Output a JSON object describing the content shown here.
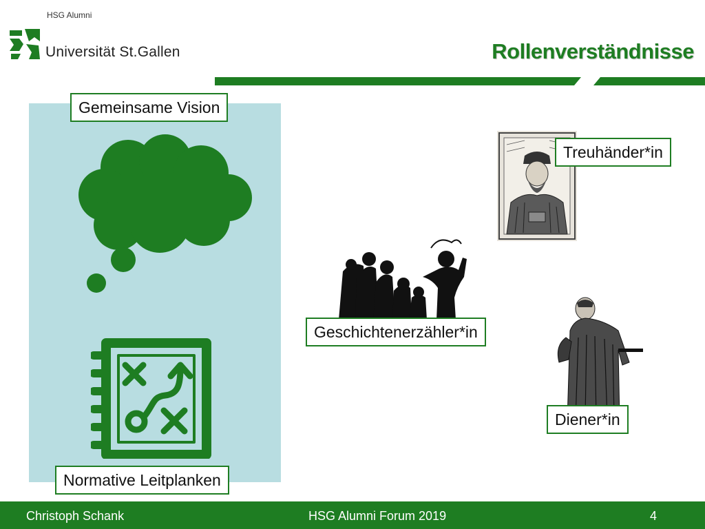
{
  "header": {
    "alumni_label": "HSG Alumni",
    "university_name": "Universität St.Gallen",
    "title": "Rollenverständnisse"
  },
  "labels": {
    "vision": "Gemeinsame Vision",
    "guardrails": "Normative Leitplanken",
    "trustee": "Treuhänder*in",
    "storyteller": "Geschichtenerzähler*in",
    "servant": "Diener*in"
  },
  "footer": {
    "author": "Christoph Schank",
    "event": "HSG Alumni Forum 2019",
    "page_number": "4"
  },
  "icons": [
    "hsg-logo-icon",
    "thought-cloud-icon",
    "strategy-notebook-icon",
    "woodcut-portrait-icon",
    "storyteller-silhouette-icon",
    "servant-figure-icon"
  ],
  "colors": {
    "accent": "#1e7d22",
    "panel": "#b8dde1",
    "text": "#111111"
  }
}
